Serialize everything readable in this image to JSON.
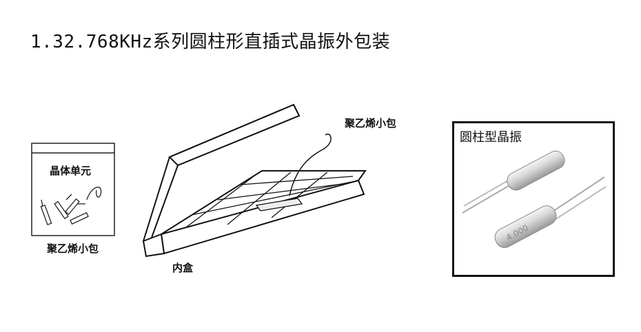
{
  "title": "1.32.768KHz系列圆柱形直插式晶振外包装",
  "labels": {
    "crystal_unit": "晶体单元",
    "poly_bag_left": "聚乙烯小包",
    "poly_bag_right": "聚乙烯小包",
    "inner_box": "内盒"
  },
  "photo": {
    "title": "圆柱型晶振",
    "marking": "4.000"
  }
}
